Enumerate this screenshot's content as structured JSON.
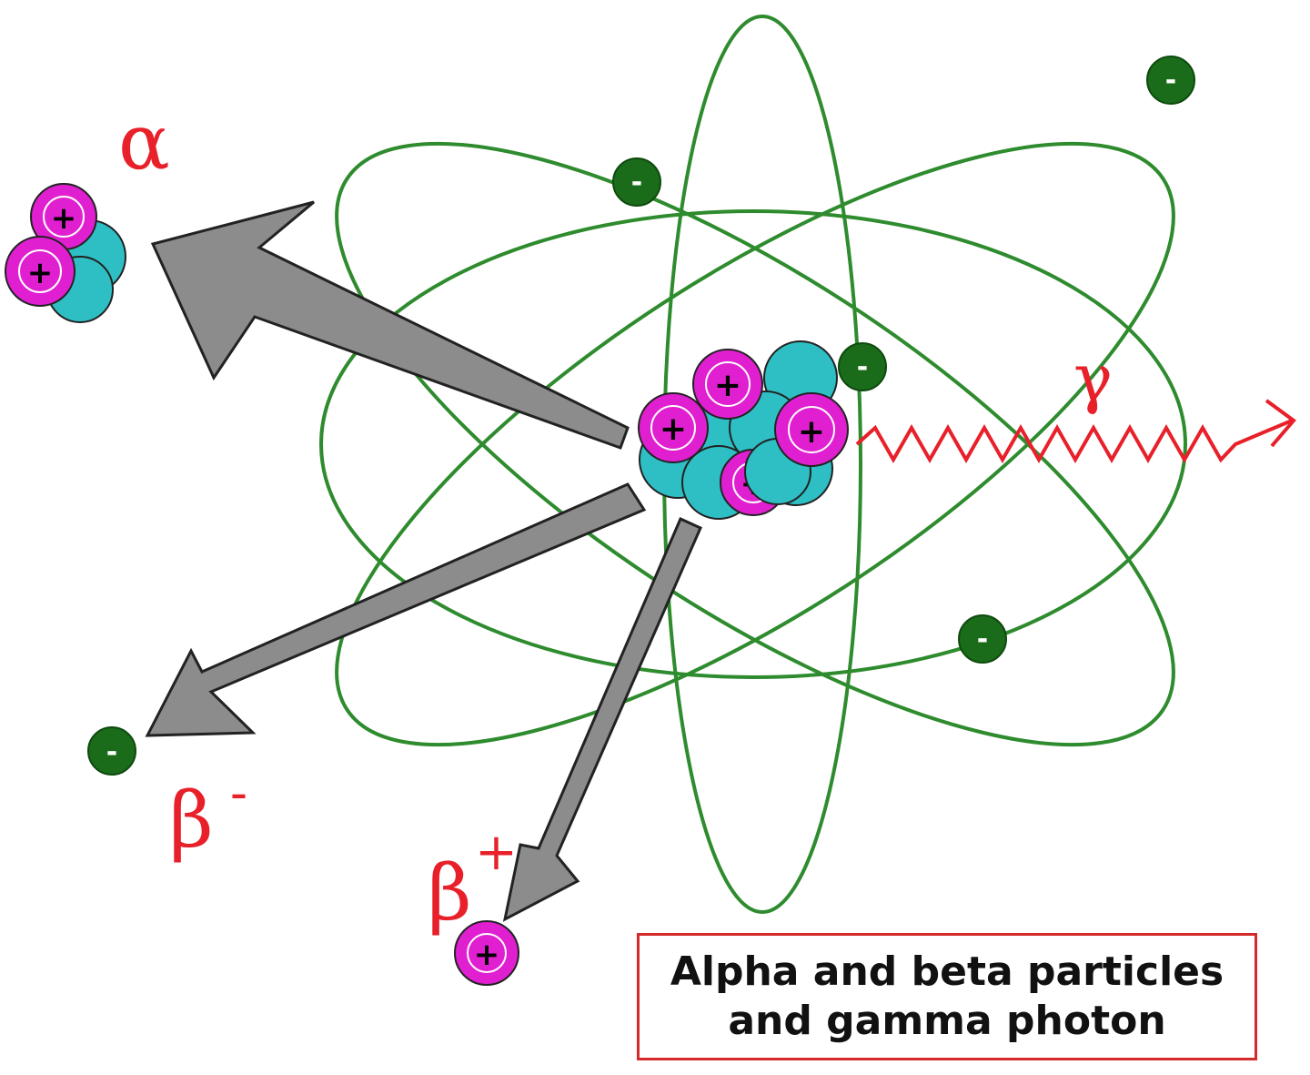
{
  "labels": {
    "alpha": "α",
    "beta_minus": "β",
    "beta_minus_sup": "-",
    "beta_plus": "β",
    "beta_plus_sup": "+",
    "gamma": "γ"
  },
  "signs": {
    "proton": "+",
    "electron": "-"
  },
  "caption": {
    "line1": "Alpha and beta particles",
    "line2": "and gamma photon"
  },
  "colors": {
    "orbit": "#2e8b2e",
    "electron": "#1a6b1a",
    "proton": "#e020d0",
    "neutron": "#2ebfc4",
    "arrow": "#8c8c8c",
    "label": "#e8202a",
    "caption_border": "#d42a2a"
  }
}
